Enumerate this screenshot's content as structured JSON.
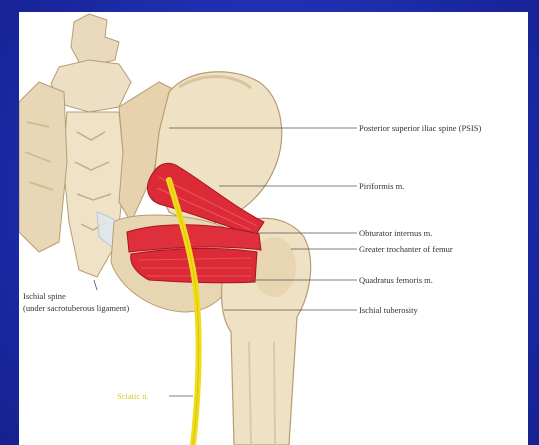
{
  "labels": {
    "psis": "Posterior superior iliac spine (PSIS)",
    "piriformis": "Piriformis m.",
    "obturator_internus": "Obturator internus m.",
    "greater_trochanter": "Greater trochanter of femur",
    "quadratus_femoris": "Quadratus femoris m.",
    "ischial_tuberosity": "Ischial tuberosity",
    "ischial_spine_line1": "Ischial spine",
    "ischial_spine_line2": "(under sacrotuberous ligament)",
    "sciatic_nerve": "Sciatic n."
  },
  "colors": {
    "background": "#1b2aa6",
    "panel": "#ffffff",
    "bone": "#efe1c4",
    "bone_shadow": "#d2bd97",
    "muscle": "#dc2a36",
    "nerve": "#f2dc1a",
    "ligament": "#d8e3ea"
  }
}
